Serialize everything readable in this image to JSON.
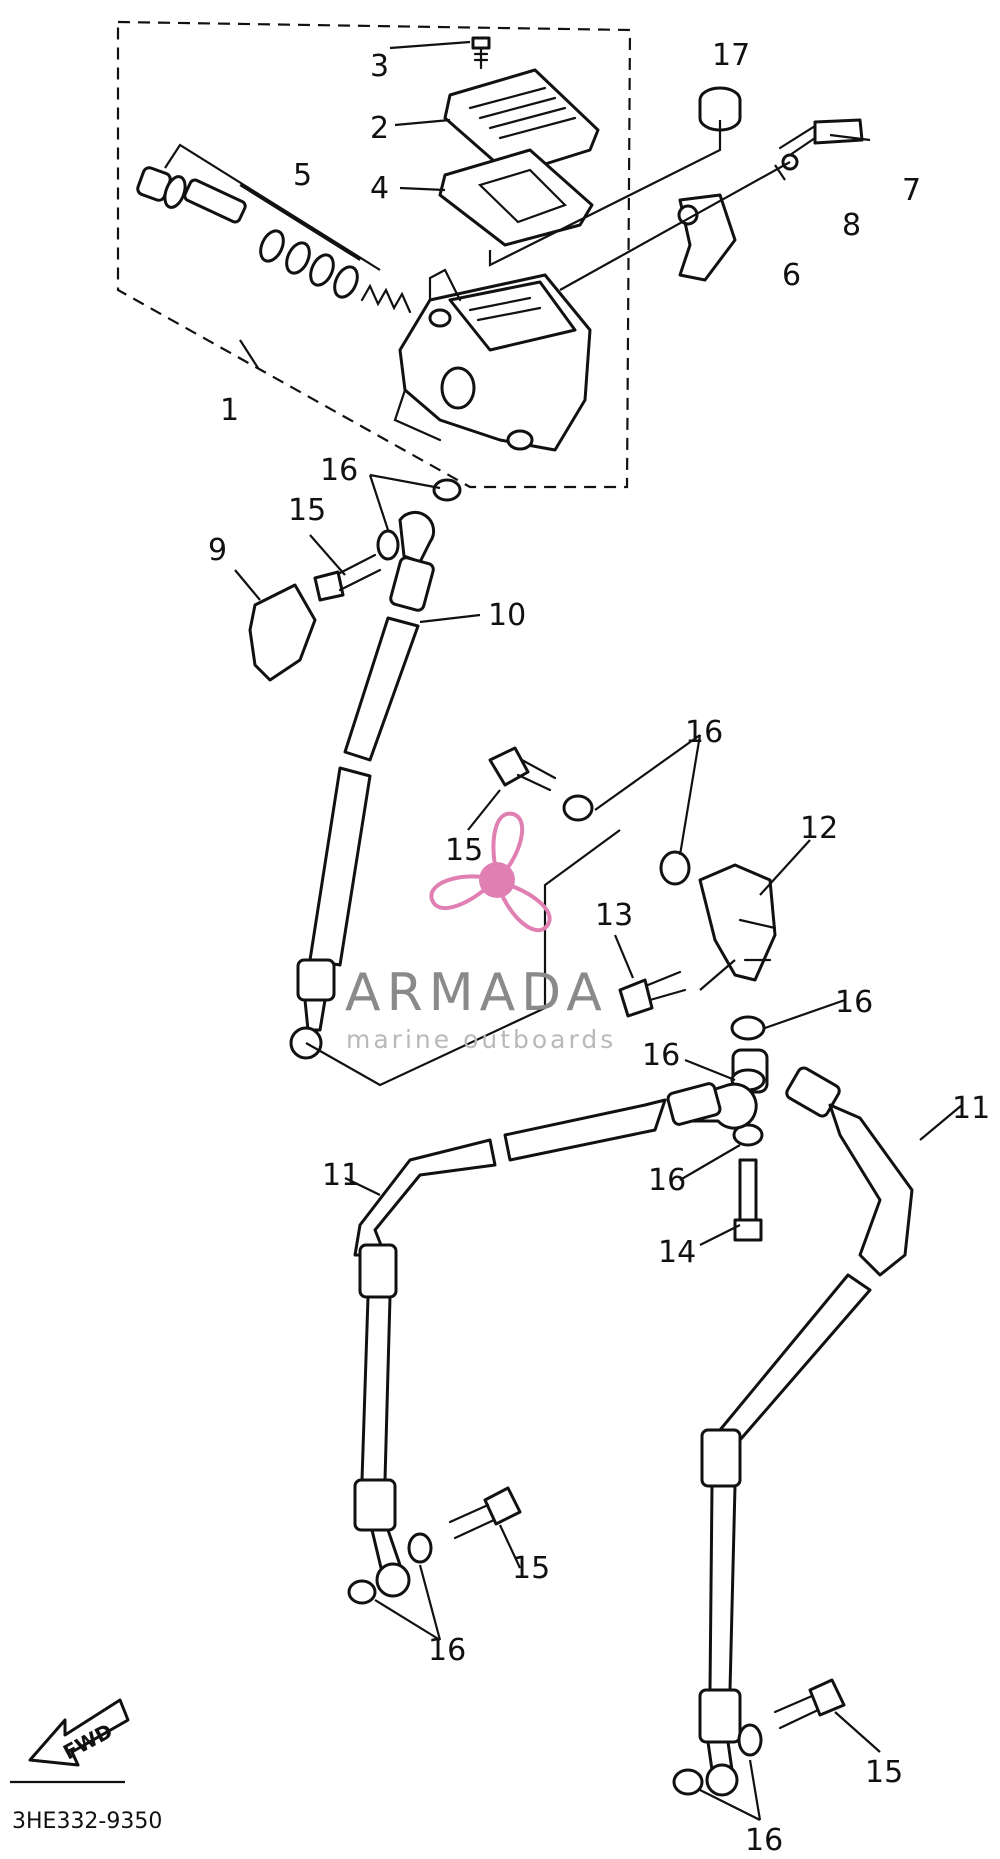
{
  "diagram": {
    "part_code": "3HE332-9350",
    "direction_marker": "FWD",
    "callouts": [
      "1",
      "2",
      "3",
      "4",
      "5",
      "6",
      "7",
      "8",
      "9",
      "10",
      "11",
      "12",
      "13",
      "14",
      "15",
      "16",
      "17"
    ]
  },
  "watermark": {
    "brand": "ARMADA",
    "tagline": "marine outboards",
    "accent_color": "#e07fb2",
    "icon": "propeller-icon"
  },
  "colors": {
    "line": "#111111",
    "background": "#ffffff"
  }
}
